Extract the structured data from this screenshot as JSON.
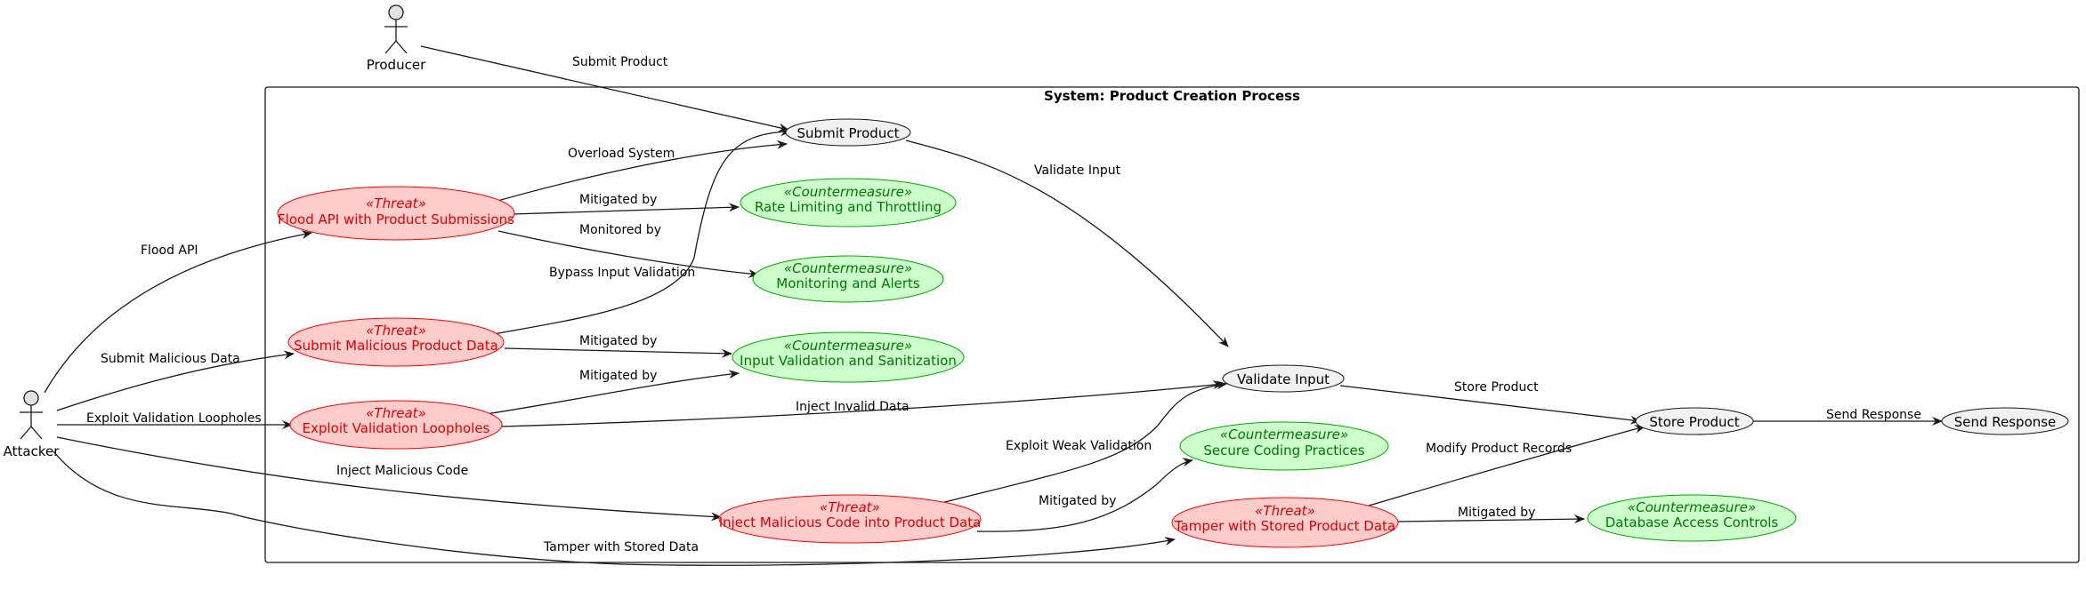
{
  "system": {
    "title": "System: Product Creation Process"
  },
  "colors": {
    "threat_fill": "#ffcccc",
    "threat_stroke": "#ff0000",
    "threat_text": "#dd0000",
    "counter_fill": "#ccffcc",
    "counter_stroke": "#00aa00",
    "counter_text": "#007700",
    "normal_fill": "#f1f1f1",
    "normal_stroke": "#181818"
  },
  "actors": {
    "producer": "Producer",
    "attacker": "Attacker"
  },
  "usecases": {
    "submit_product": {
      "label": "Submit Product"
    },
    "validate_input": {
      "label": "Validate Input"
    },
    "store_product": {
      "label": "Store Product"
    },
    "send_response": {
      "label": "Send Response"
    },
    "flood_api": {
      "stereotype": "«Threat»",
      "label": "Flood API with Product Submissions"
    },
    "submit_malicious": {
      "stereotype": "«Threat»",
      "label": "Submit Malicious Product Data"
    },
    "exploit_validation": {
      "stereotype": "«Threat»",
      "label": "Exploit Validation Loopholes"
    },
    "inject_code": {
      "stereotype": "«Threat»",
      "label": "Inject Malicious Code into Product Data"
    },
    "tamper_data": {
      "stereotype": "«Threat»",
      "label": "Tamper with Stored Product Data"
    },
    "rate_limiting": {
      "stereotype": "«Countermeasure»",
      "label": "Rate Limiting and Throttling"
    },
    "monitoring": {
      "stereotype": "«Countermeasure»",
      "label": "Monitoring and Alerts"
    },
    "input_validation": {
      "stereotype": "«Countermeasure»",
      "label": "Input Validation and Sanitization"
    },
    "secure_coding": {
      "stereotype": "«Countermeasure»",
      "label": "Secure Coding Practices"
    },
    "db_access": {
      "stereotype": "«Countermeasure»",
      "label": "Database Access Controls"
    }
  },
  "edges": {
    "producer_submit": "Submit Product",
    "submit_validate": "Validate Input",
    "validate_store": "Store Product",
    "store_send": "Send Response",
    "attacker_flood": "Flood API",
    "attacker_malicious": "Submit Malicious Data",
    "attacker_exploit": "Exploit Validation Loopholes",
    "attacker_inject": "Inject Malicious Code",
    "attacker_tamper": "Tamper with Stored Data",
    "flood_overload": "Overload System",
    "flood_rate": "Mitigated by",
    "flood_monitor": "Monitored by",
    "malicious_bypass": "Bypass Input Validation",
    "malicious_mitigated": "Mitigated by",
    "exploit_mitigated": "Mitigated by",
    "exploit_invalid": "Inject Invalid Data",
    "inject_weak": "Exploit Weak Validation",
    "inject_mitigated": "Mitigated by",
    "tamper_modify": "Modify Product Records",
    "tamper_mitigated": "Mitigated by"
  }
}
